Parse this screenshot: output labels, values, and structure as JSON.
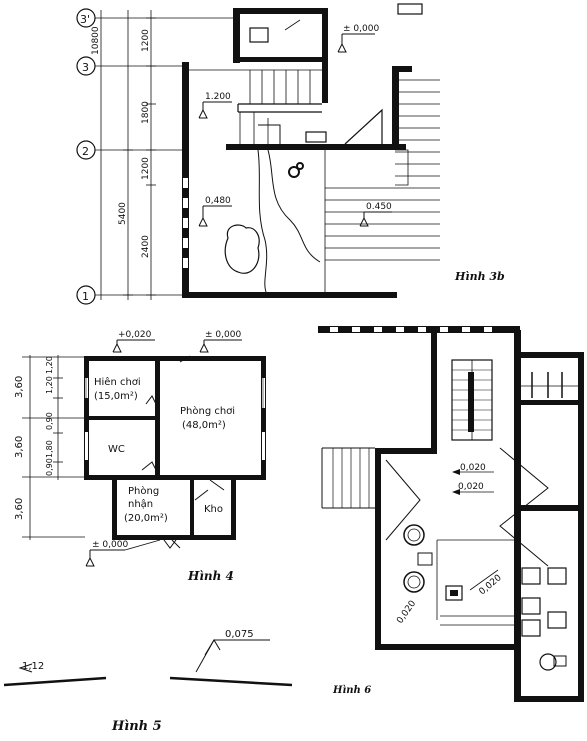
{
  "fig3b": {
    "caption": "Hình 3b",
    "grid_labels": [
      "3'",
      "3",
      "2",
      "1"
    ],
    "dims": {
      "total": "10800",
      "left": "5400",
      "d1": "1200",
      "d2": "1800",
      "d3": "1200",
      "d4": "2400"
    },
    "levels": {
      "top": "± 0,000",
      "landing": "1.200",
      "floor": "0,480",
      "stair": "0.450"
    }
  },
  "fig4": {
    "caption": "Hình 4",
    "dims_outer": [
      "3,60",
      "3,60",
      "3,60"
    ],
    "dims_inner": [
      "1,20",
      "1,20",
      "0,90",
      "1,80",
      "0,90"
    ],
    "levels": {
      "a": "+0,020",
      "b": "± 0,000",
      "c": "± 0,000"
    },
    "rooms": {
      "hien_choi": "Hiên chơi",
      "hien_choi_area": "(15,0m²)",
      "phong_choi": "Phòng chơi",
      "phong_choi_area": "(48,0m²)",
      "wc": "WC",
      "phong_nhan": "Phòng",
      "phong_nhan_2": "nhận",
      "phong_nhan_area": "(20,0m²)",
      "kho": "Kho"
    }
  },
  "fig5": {
    "caption": "Hình 5",
    "slope_left": "1,12",
    "slope_right": "0,075"
  },
  "fig6": {
    "caption": "Hình 6",
    "slope_1": "0,020",
    "slope_2": "0,020",
    "slope_3": "0,020",
    "slope_4": "0,020"
  }
}
